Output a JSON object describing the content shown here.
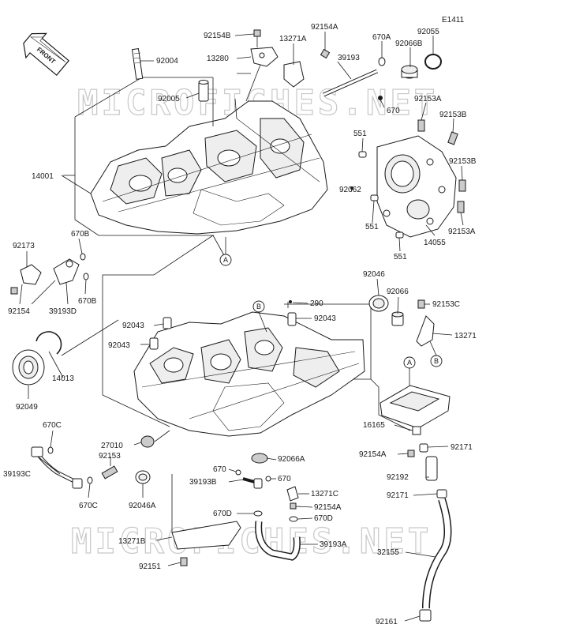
{
  "diagram_code": "E1411",
  "front_arrow_label": "FRONT",
  "watermark": "MICROFICHES.NET",
  "callouts": {
    "a": "A",
    "b": "B"
  },
  "labels": {
    "p92154B": "92154B",
    "p13271A": "13271A",
    "p92154A_top": "92154A",
    "p670A": "670A",
    "p92066B": "92066B",
    "p92055": "92055",
    "p92004": "92004",
    "p13280": "13280",
    "p39193": "39193",
    "p92005": "92005",
    "p670_top": "670",
    "p92153A_top": "92153A",
    "p92153B_1": "92153B",
    "p551_1": "551",
    "p92153B_2": "92153B",
    "p14001": "14001",
    "p92062": "92062",
    "p551_2": "551",
    "p92153A_2": "92153A",
    "p14055": "14055",
    "p551_3": "551",
    "p92173": "92173",
    "p670B_1": "670B",
    "p670B_2": "670B",
    "p39193D": "39193D",
    "p92154": "92154",
    "p92046": "92046",
    "p92066": "92066",
    "p92153C": "92153C",
    "p290": "290",
    "p92043_1": "92043",
    "p92043_2": "92043",
    "p92043_3": "92043",
    "p13271": "13271",
    "p14013": "14013",
    "p92049": "92049",
    "p16165": "16165",
    "p670C_1": "670C",
    "p27010": "27010",
    "p92154A_mid": "92154A",
    "p92171_1": "92171",
    "p39193C": "39193C",
    "p92153": "92153",
    "p92066A": "92066A",
    "p670_mid": "670",
    "p39193B": "39193B",
    "p670_mid2": "670",
    "p92192": "92192",
    "p92171_2": "92171",
    "p670C_2": "670C",
    "p92046A": "92046A",
    "p13271C": "13271C",
    "p92154A_low": "92154A",
    "p670D_1": "670D",
    "p670D_2": "670D",
    "p13271B": "13271B",
    "p39193A": "39193A",
    "p32155": "32155",
    "p92151": "92151",
    "p92161": "92161"
  }
}
